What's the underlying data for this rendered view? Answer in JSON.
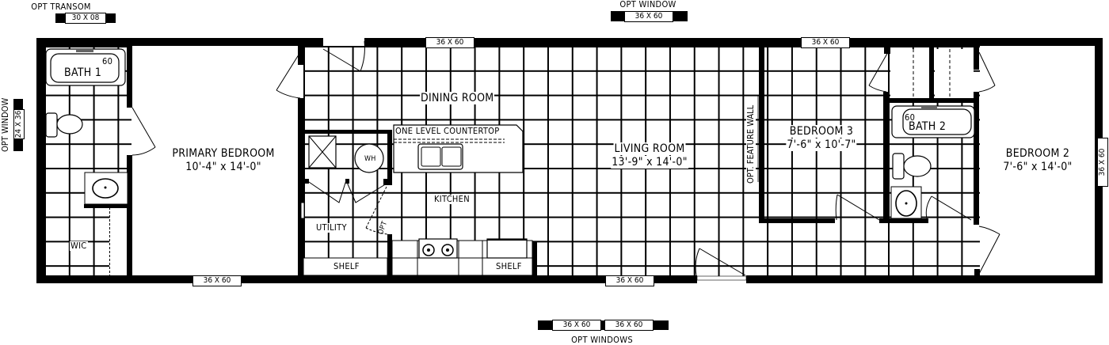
{
  "plan": {
    "rooms": {
      "bath1": {
        "label": "BATH 1",
        "tub_size": "60"
      },
      "wic": {
        "label": "WIC"
      },
      "primary_bedroom": {
        "label": "PRIMARY BEDROOM",
        "dims": "10'-4\" x 14'-0\""
      },
      "dining_room": {
        "label": "DINING ROOM"
      },
      "kitchen": {
        "label": "KITCHEN",
        "countertop": "ONE LEVEL COUNTERTOP"
      },
      "utility": {
        "label": "UTILITY",
        "opt": "OPT",
        "water_heater": "WH"
      },
      "living_room": {
        "label": "LIVING ROOM",
        "dims": "13'-9\" x 14'-0\""
      },
      "feature_wall": {
        "label": "OPT. FEATURE WALL"
      },
      "bedroom3": {
        "label": "BEDROOM 3",
        "dims": "7'-6\" x 10'-7\""
      },
      "bath2": {
        "label": "BATH 2",
        "tub_size": "60"
      },
      "bedroom2": {
        "label": "BEDROOM 2",
        "dims": "7'-6\" x 14'-0\""
      }
    },
    "shelves": [
      "SHELF",
      "SHELF"
    ],
    "windows": {
      "top_dining": "36 X 60",
      "top_bedroom3": "36 X 60",
      "bottom_primary": "36 X 60",
      "bottom_living": "36 X 60",
      "right_bedroom2": "36 X 60"
    },
    "options": {
      "opt_transom": {
        "title": "OPT TRANSOM",
        "size": "30 X 08"
      },
      "opt_window_top": {
        "title": "OPT WINDOW",
        "size": "36 X 60"
      },
      "opt_window_left": {
        "title": "OPT WINDOW",
        "size": "24 X 36"
      },
      "opt_windows_bottom": {
        "title": "OPT WINDOWS",
        "sizes": [
          "36 X 60",
          "36 X 60"
        ]
      }
    }
  }
}
